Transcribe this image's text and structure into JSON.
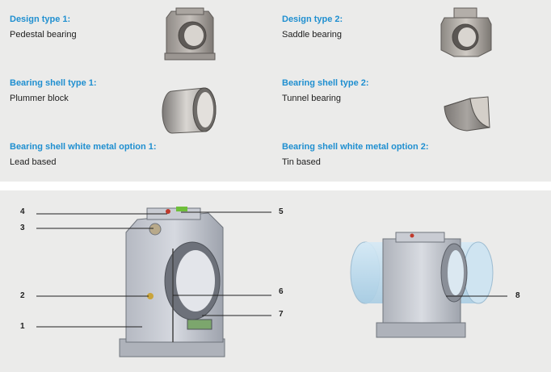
{
  "specs": [
    {
      "heading": "Design type 1:",
      "value": "Pedestal bearing"
    },
    {
      "heading": "Design type 2:",
      "value": "Saddle bearing"
    },
    {
      "heading": "Bearing shell type 1:",
      "value": "Plummer block"
    },
    {
      "heading": "Bearing shell type 2:",
      "value": "Tunnel bearing"
    },
    {
      "heading": "Bearing shell white metal option 1:",
      "value": "Lead based"
    },
    {
      "heading": "Bearing shell white metal option 2:",
      "value": "Tin based"
    }
  ],
  "callouts": [
    "1",
    "2",
    "3",
    "4",
    "5",
    "6",
    "7",
    "8"
  ],
  "colors": {
    "heading": "#1f8fd0",
    "panel": "#ebebea",
    "text": "#1e1e1e"
  }
}
